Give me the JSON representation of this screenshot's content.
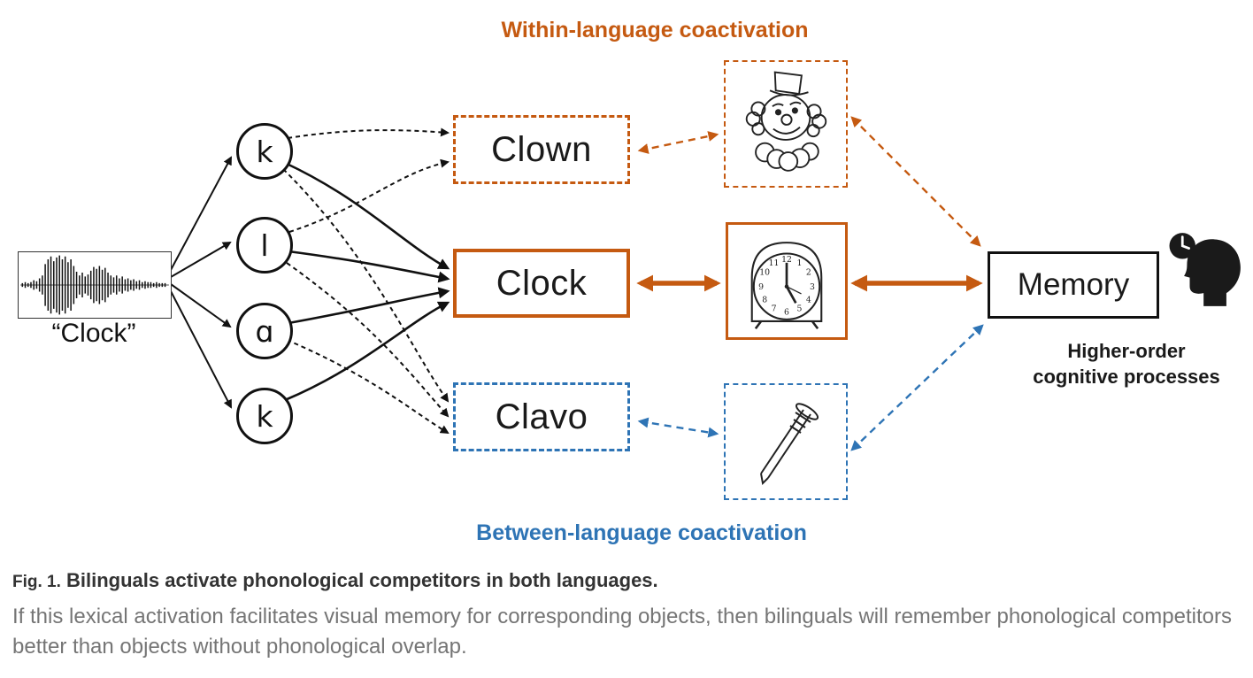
{
  "colors": {
    "orange": "#C55A11",
    "blue": "#2E74B5",
    "black": "#1a1a1a",
    "caption_gray": "#757575"
  },
  "titles": {
    "within": "Within-language coactivation",
    "between": "Between-language coactivation"
  },
  "input": {
    "spoken_word": "“Clock”",
    "waveform_icon": "speech-waveform"
  },
  "phonemes": [
    "k",
    "l",
    "ɑ",
    "k"
  ],
  "words": [
    {
      "label": "Clown",
      "language": "within-language competitor",
      "style": "dashed-orange"
    },
    {
      "label": "Clock",
      "language": "target",
      "style": "solid-orange"
    },
    {
      "label": "Clavo",
      "language": "between-language competitor",
      "style": "dashed-blue"
    }
  ],
  "images": [
    {
      "name": "clown-drawing"
    },
    {
      "name": "alarm-clock-drawing",
      "numerals": [
        "12",
        "1",
        "2",
        "3",
        "4",
        "5",
        "6",
        "7",
        "8",
        "9",
        "10",
        "11"
      ]
    },
    {
      "name": "nail-drawing"
    }
  ],
  "memory": {
    "label": "Memory",
    "icon": "head-with-clock",
    "subtitle_line1": "Higher-order",
    "subtitle_line2": "cognitive processes"
  },
  "caption": {
    "fig_label": "Fig. 1.",
    "title": " Bilinguals activate phonological competitors in both languages.",
    "body": "If this lexical activation facilitates visual memory for corresponding objects, then bilinguals will remember phonological competitors better than objects without phonological overlap."
  }
}
